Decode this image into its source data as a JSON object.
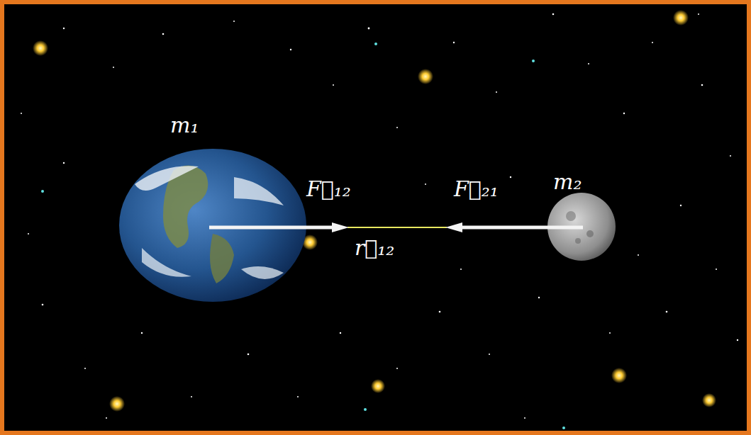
{
  "diagram": {
    "labels": [
      "m₁",
      "F⃗₁₂",
      "F⃗₂₁",
      "m₂",
      "r⃗₁₂"
    ]
  }
}
